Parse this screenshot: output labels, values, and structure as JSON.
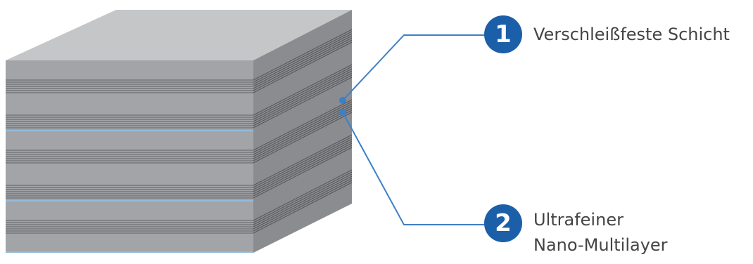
{
  "callouts": [
    {
      "number": "1",
      "label": "Verschleißfeste Schicht"
    },
    {
      "number": "2",
      "label_line1": "Ultrafeiner",
      "label_line2": "Nano-Multilayer"
    }
  ],
  "colors": {
    "accent": "#1c5fa9",
    "leader_line": "#3f7fc4",
    "block_top": "#c5c6c8",
    "block_front": "#a3a4a7",
    "block_side": "#8b8c90",
    "stripe_dark": "#5f6064",
    "interlayer_blue": "#8fc1e8"
  }
}
